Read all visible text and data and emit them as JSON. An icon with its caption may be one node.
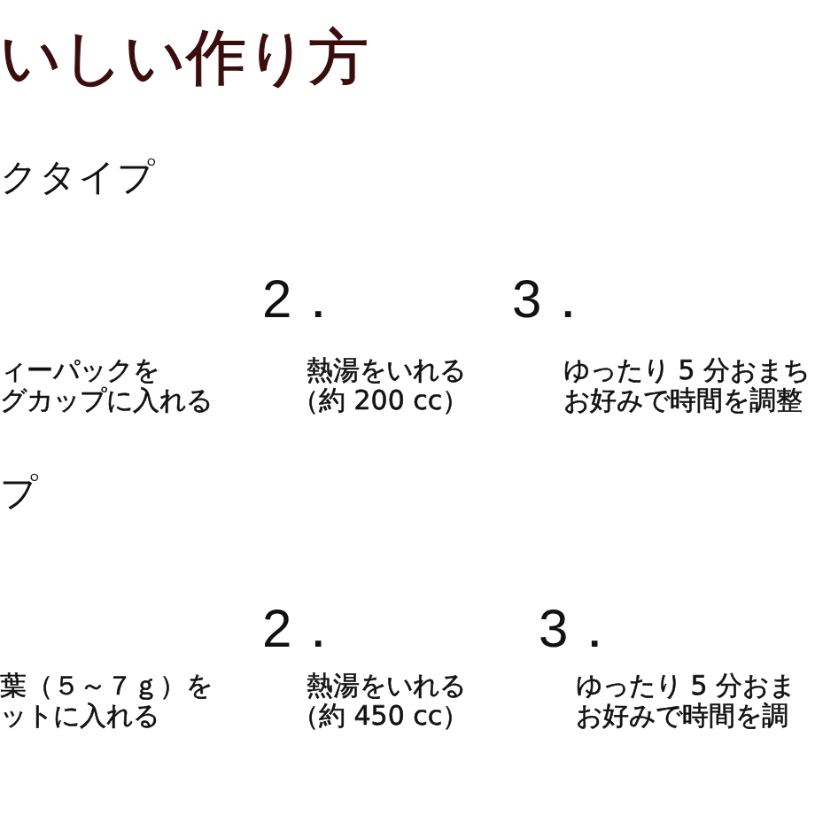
{
  "diagram": {
    "title": "いしい作り方",
    "labels": [
      "クタイプ",
      "ィーパックを",
      "グカップに入れる",
      "2．",
      "熱湯をいれる",
      "（約 200 cc）",
      "3．",
      "ゆったり 5 分おまち",
      "お好みで時間を調整",
      "プ",
      "葉（５～７ｇ）を",
      "ットに入れる",
      "2．",
      "熱湯をいれる",
      "（約 450 cc）",
      "3．",
      "ゆったり 5 分おま",
      "お好みで時間を調"
    ]
  }
}
